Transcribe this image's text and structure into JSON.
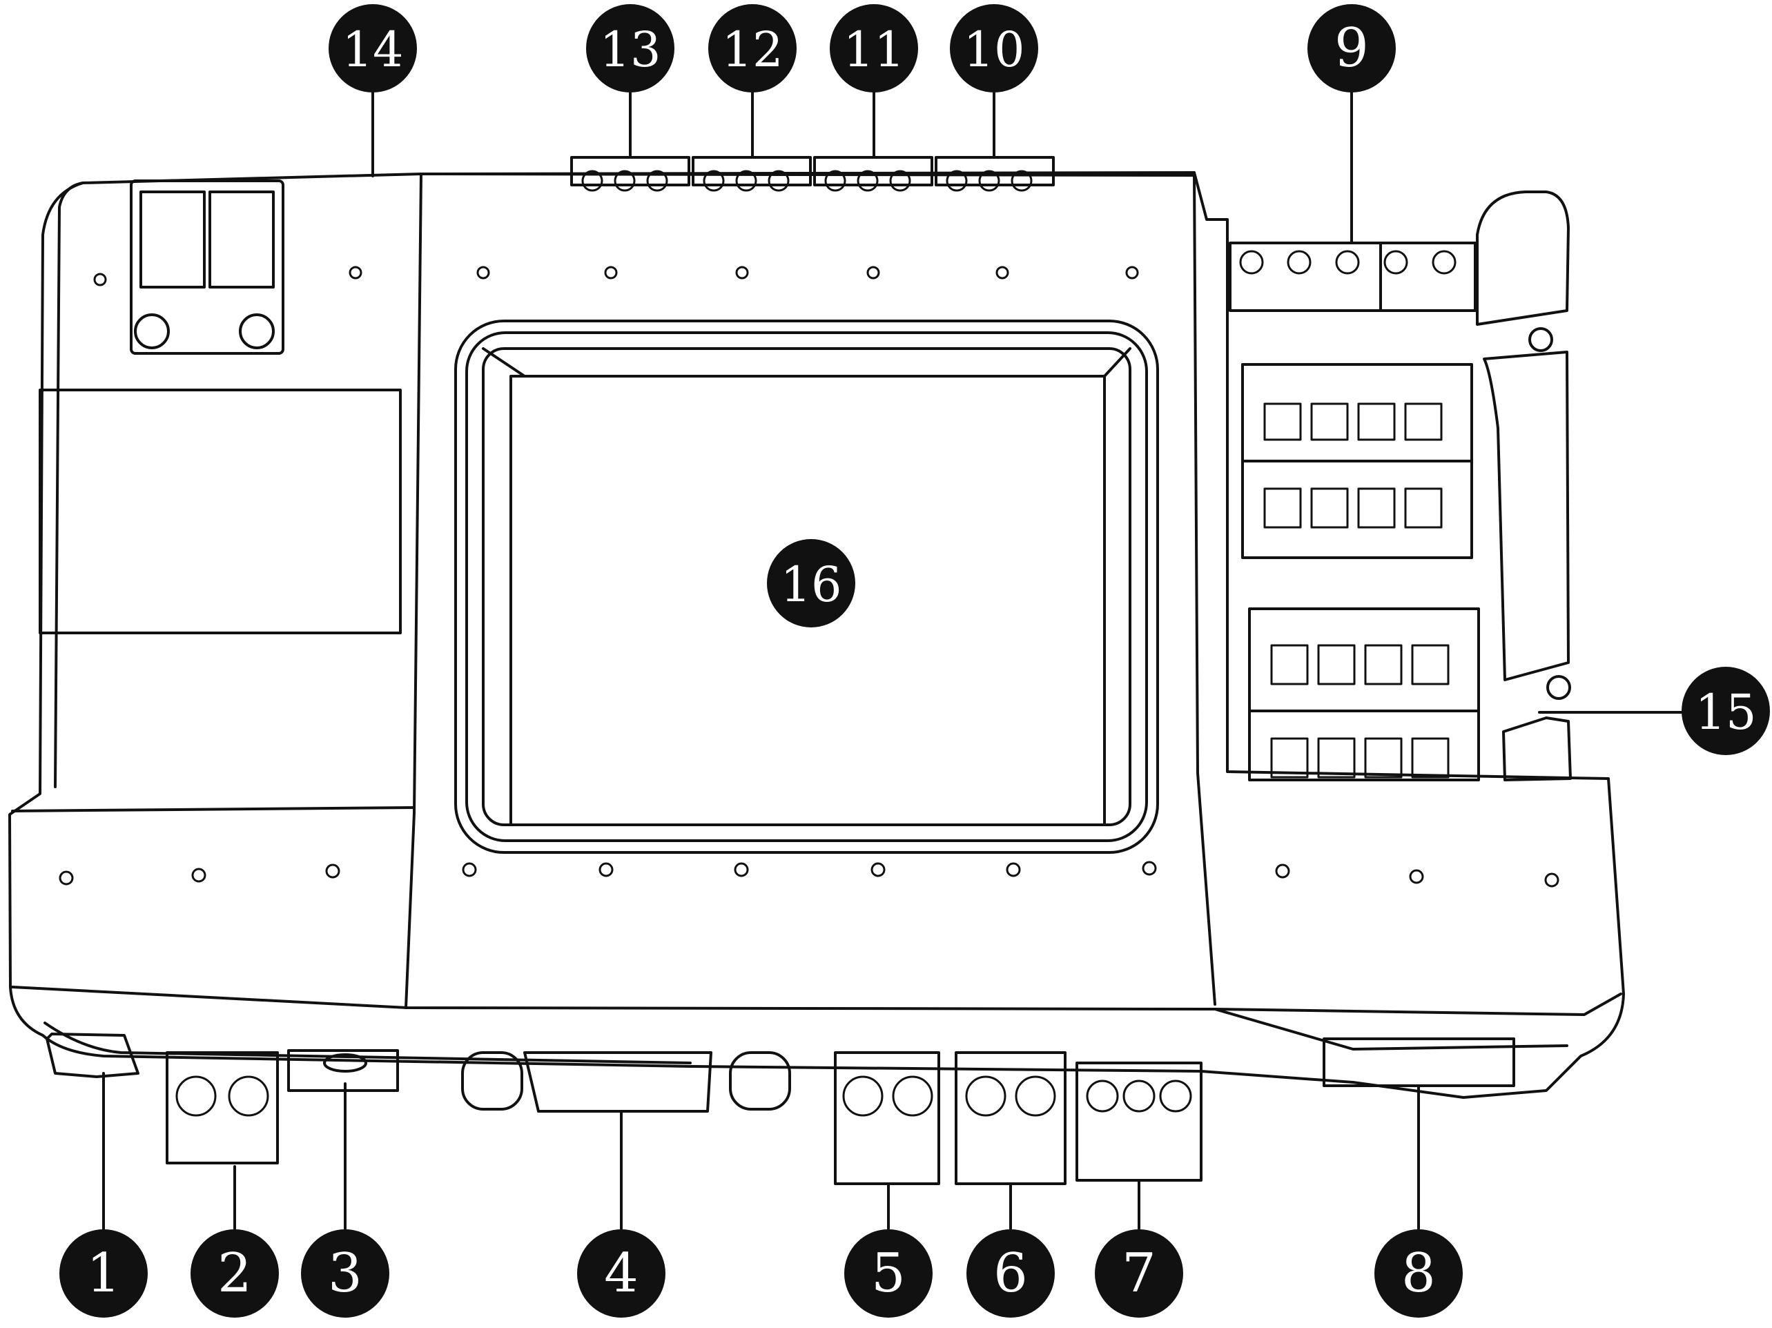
{
  "callouts": [
    {
      "label": "1"
    },
    {
      "label": "2"
    },
    {
      "label": "3"
    },
    {
      "label": "4"
    },
    {
      "label": "5"
    },
    {
      "label": "6"
    },
    {
      "label": "7"
    },
    {
      "label": "8"
    },
    {
      "label": "9"
    },
    {
      "label": "10"
    },
    {
      "label": "11"
    },
    {
      "label": "12"
    },
    {
      "label": "13"
    },
    {
      "label": "14"
    },
    {
      "label": "15"
    },
    {
      "label": "16"
    }
  ],
  "colors": {
    "ink": "#111111",
    "paper": "#ffffff",
    "badge_text": "#ffffff"
  }
}
